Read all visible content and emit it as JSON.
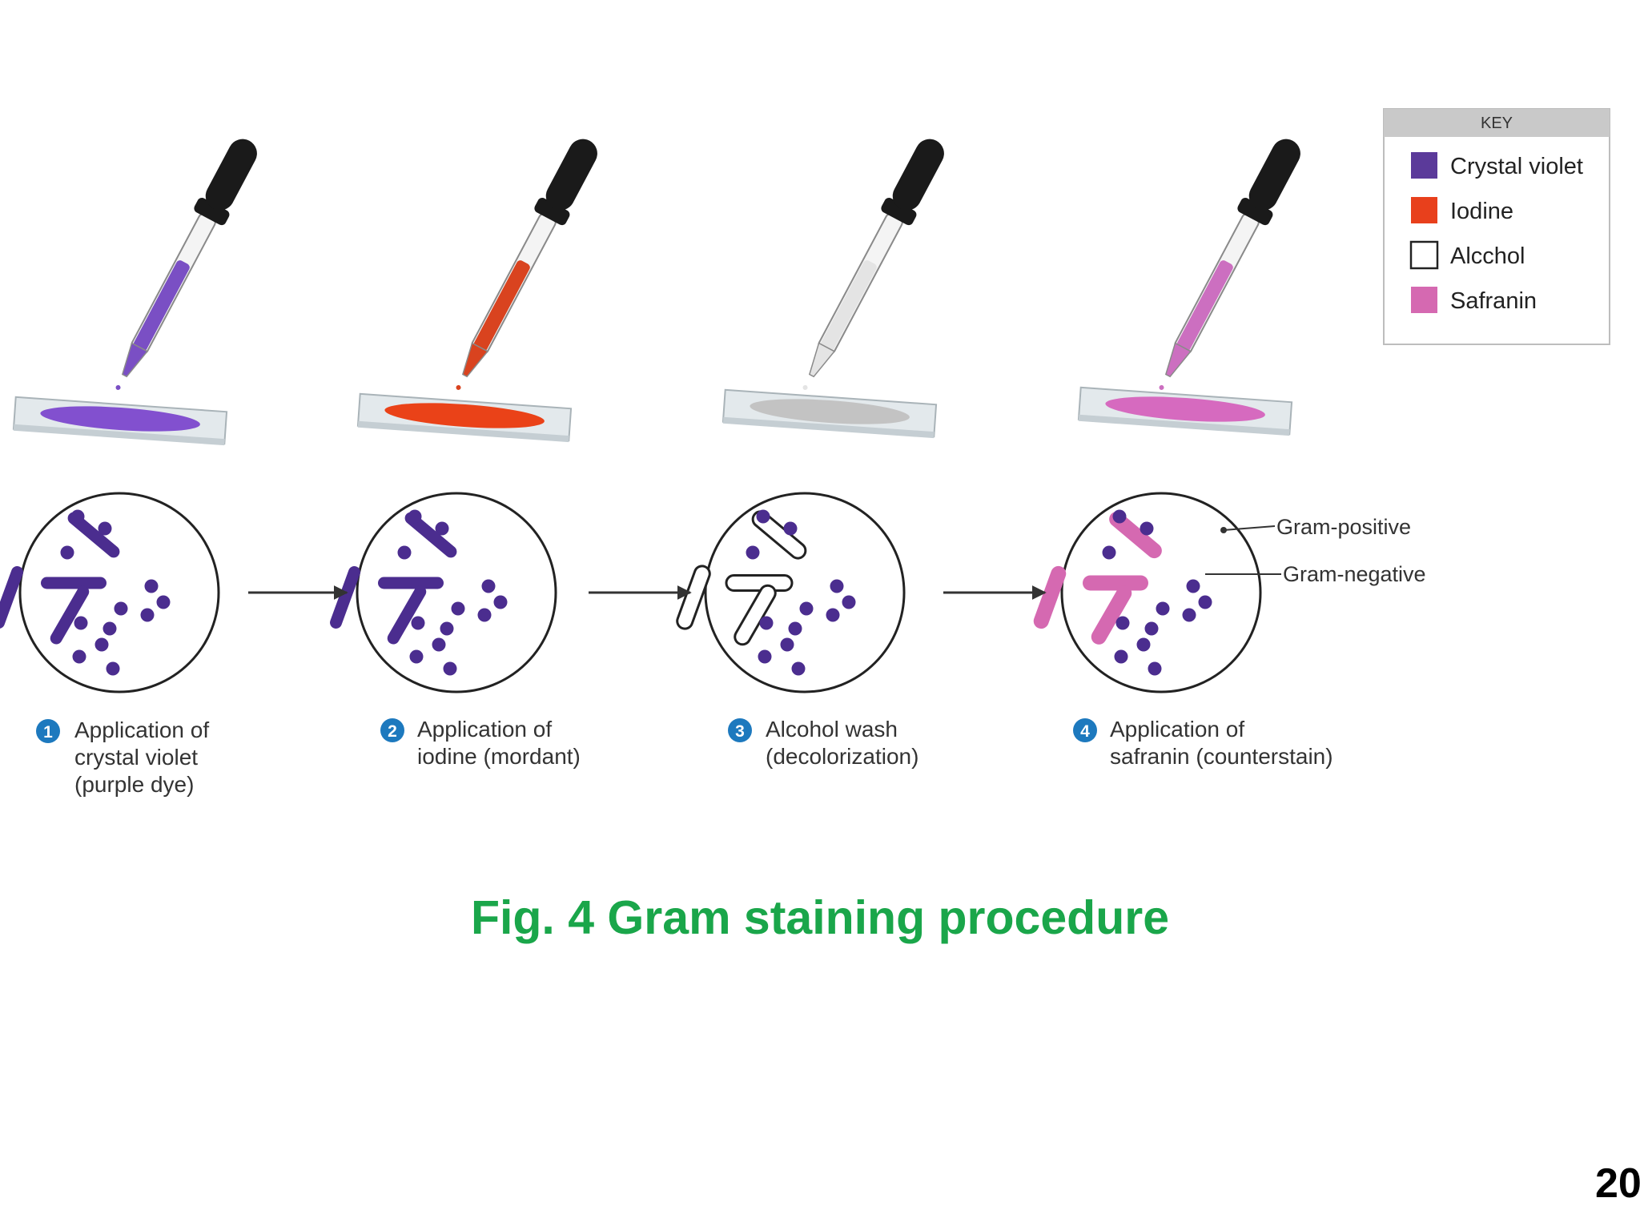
{
  "key": {
    "title": "KEY",
    "items": [
      {
        "label": "Crystal violet",
        "color": "#5b3a9a"
      },
      {
        "label": "Iodine",
        "color": "#e8401c"
      },
      {
        "label": "Alcchol",
        "color": "#ffffff"
      },
      {
        "label": "Safranin",
        "color": "#d569b1"
      }
    ]
  },
  "steps": [
    {
      "number": "1",
      "lines": [
        "Application of",
        "crystal violet",
        "(purple dye)"
      ],
      "reagent_color": "#7a4fc4",
      "slide_color": "#8250cf"
    },
    {
      "number": "2",
      "lines": [
        "Application of",
        "iodine (mordant)"
      ],
      "reagent_color": "#d9431f",
      "slide_color": "#ea4218"
    },
    {
      "number": "3",
      "lines": [
        "Alcohol wash",
        "(decolorization)"
      ],
      "reagent_color": "#e4e4e4",
      "slide_color": "#c3c3c3"
    },
    {
      "number": "4",
      "lines": [
        "Application of",
        "safranin (counterstain)"
      ],
      "reagent_color": "#cc6fc0",
      "slide_color": "#d66abf"
    }
  ],
  "labels": {
    "gram_positive": "Gram-positive",
    "gram_negative": "Gram-negative"
  },
  "colors": {
    "gram_positive_cells": "#4b2d8f",
    "step_badge": "#1d79be"
  },
  "caption": "Fig. 4 Gram staining procedure",
  "page_number": "20"
}
